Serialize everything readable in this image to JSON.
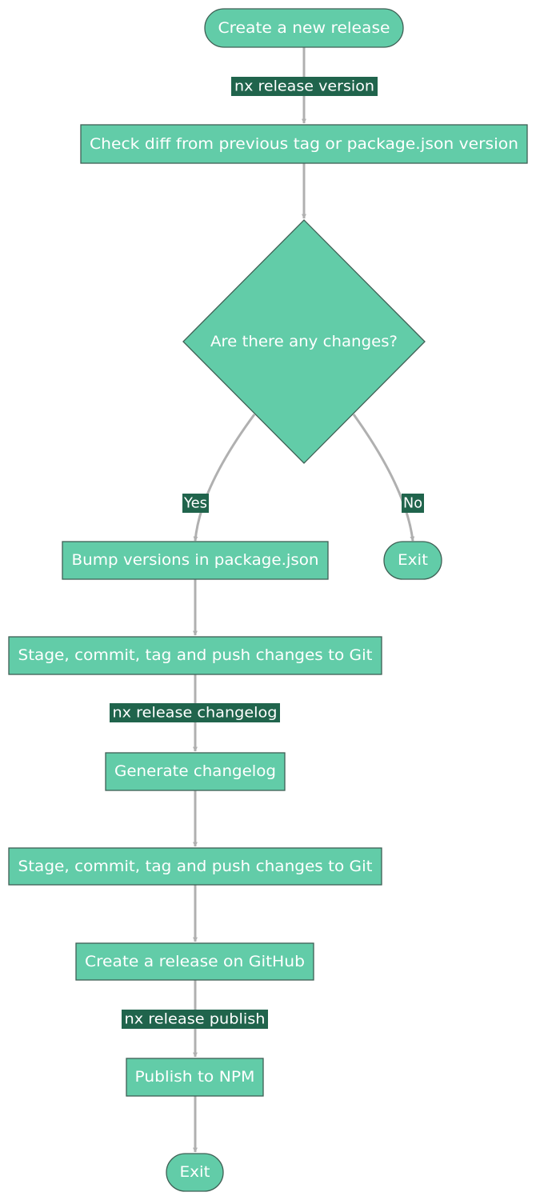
{
  "colors": {
    "node_fill": "#62cca8",
    "node_border": "#3f5f54",
    "node_text": "#ffffff",
    "edge": "#b0b0b0",
    "edge_label_bg": "#20644c",
    "edge_label_text": "#ffffff"
  },
  "nodes": {
    "start": "Create a new release",
    "check_diff": "Check diff from previous tag or package.json version",
    "decision": "Are there any changes?",
    "bump": "Bump versions in package.json",
    "exit_no": "Exit",
    "stage1": "Stage, commit, tag and push changes to Git",
    "changelog": "Generate changelog",
    "stage2": "Stage, commit, tag and push changes to Git",
    "github": "Create a release on GitHub",
    "npm": "Publish to NPM",
    "exit_end": "Exit"
  },
  "edge_labels": {
    "version": "nx release version",
    "yes": "Yes",
    "no": "No",
    "changelog": "nx release changelog",
    "publish": "nx release publish"
  }
}
